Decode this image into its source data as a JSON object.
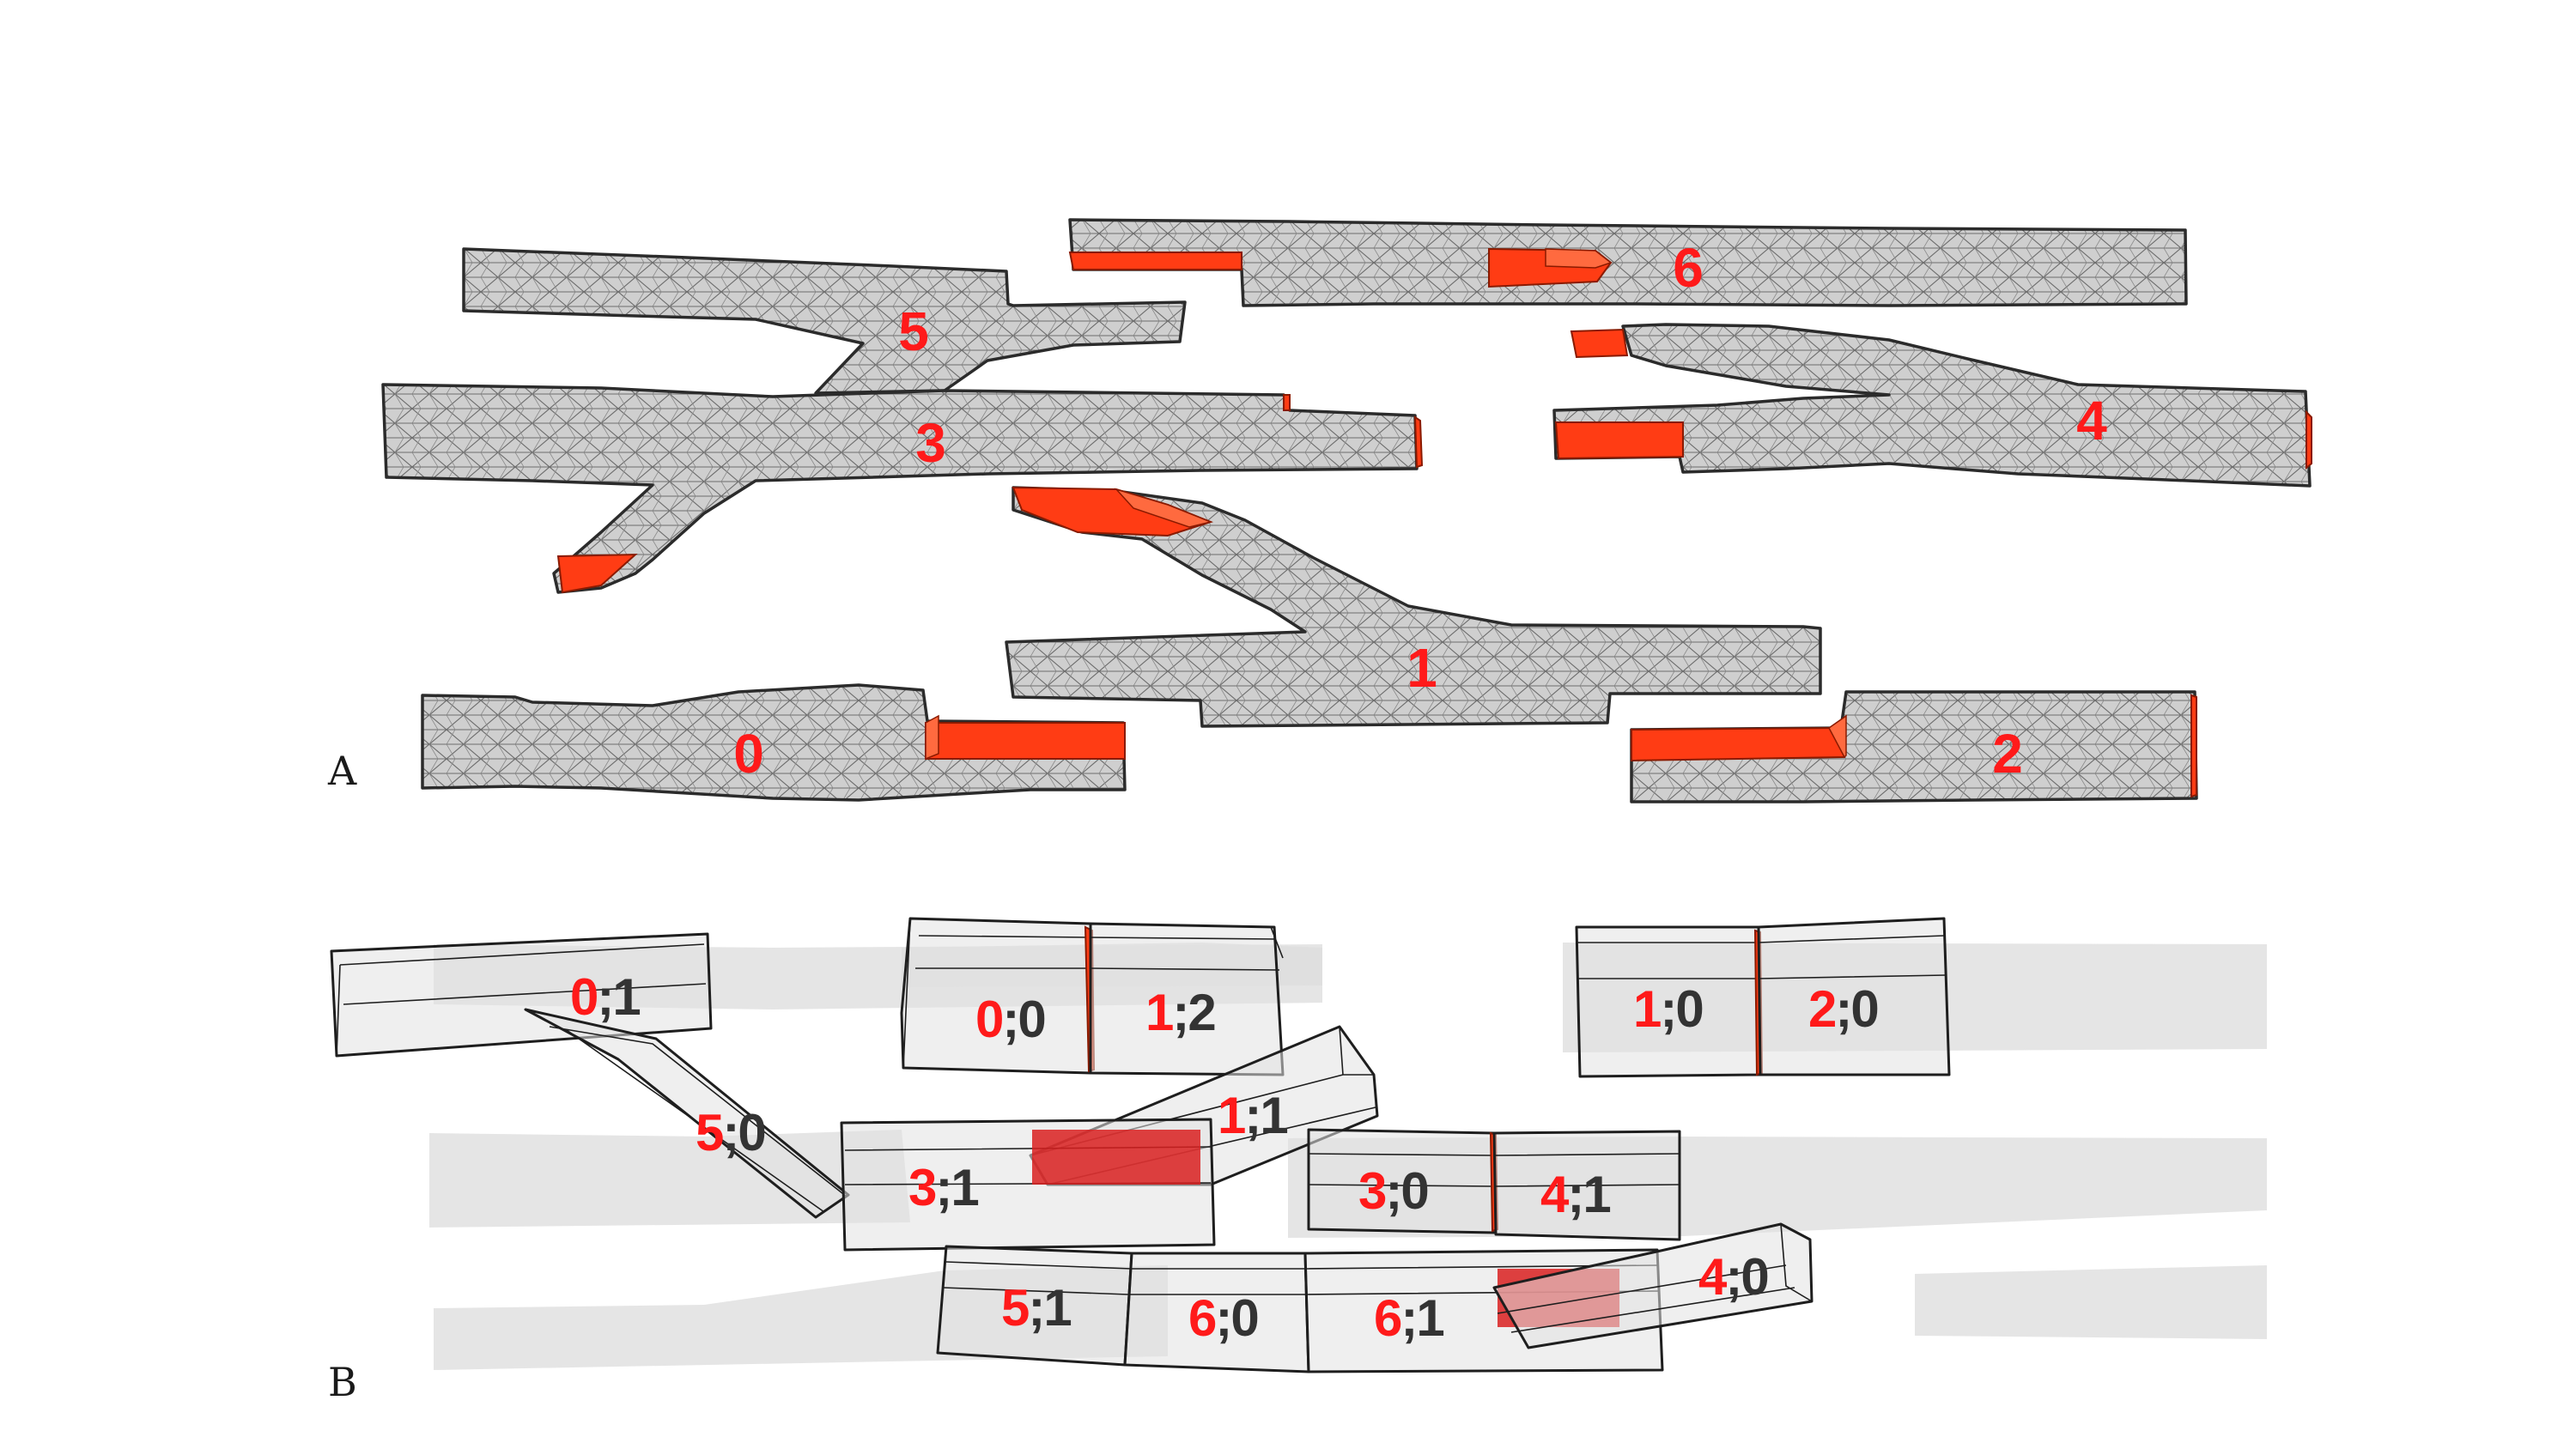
{
  "panels": {
    "a": "A",
    "b": "B"
  },
  "pieces": [
    "0",
    "1",
    "2",
    "3",
    "4",
    "5",
    "6"
  ],
  "blocks": [
    {
      "id": "0",
      "seg": ";1"
    },
    {
      "id": "5",
      "seg": ";0"
    },
    {
      "id": "0",
      "seg": ";0"
    },
    {
      "id": "1",
      "seg": ";2"
    },
    {
      "id": "1",
      "seg": ";1"
    },
    {
      "id": "3",
      "seg": ";1"
    },
    {
      "id": "3",
      "seg": ";0"
    },
    {
      "id": "4",
      "seg": ";1"
    },
    {
      "id": "1",
      "seg": ";0"
    },
    {
      "id": "2",
      "seg": ";0"
    },
    {
      "id": "5",
      "seg": ";1"
    },
    {
      "id": "6",
      "seg": ";0"
    },
    {
      "id": "6",
      "seg": ";1"
    },
    {
      "id": "4",
      "seg": ";0"
    }
  ],
  "colors": {
    "piece_number": "#ff1a1a",
    "cut_face": "#ff3c14",
    "mesh_fill": "#cfcfcf",
    "block_highlight": "#d92020"
  }
}
